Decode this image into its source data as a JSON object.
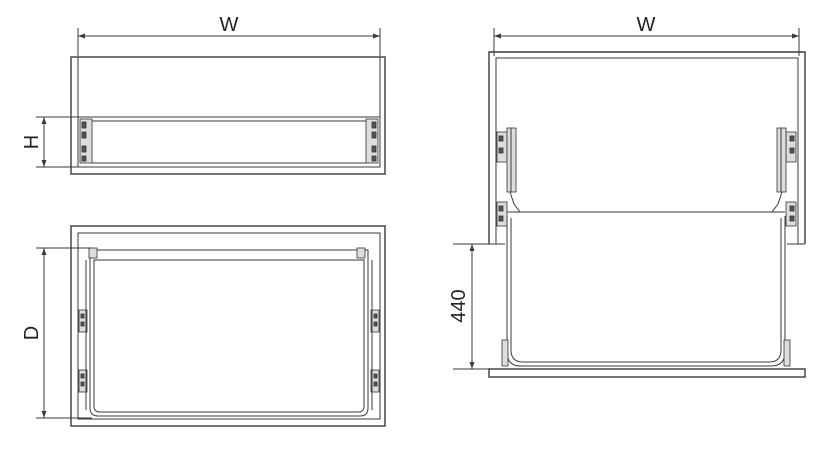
{
  "labels": {
    "top_width": "W",
    "top_height": "H",
    "plan_depth": "D",
    "side_width": "W",
    "side_height": "440"
  }
}
